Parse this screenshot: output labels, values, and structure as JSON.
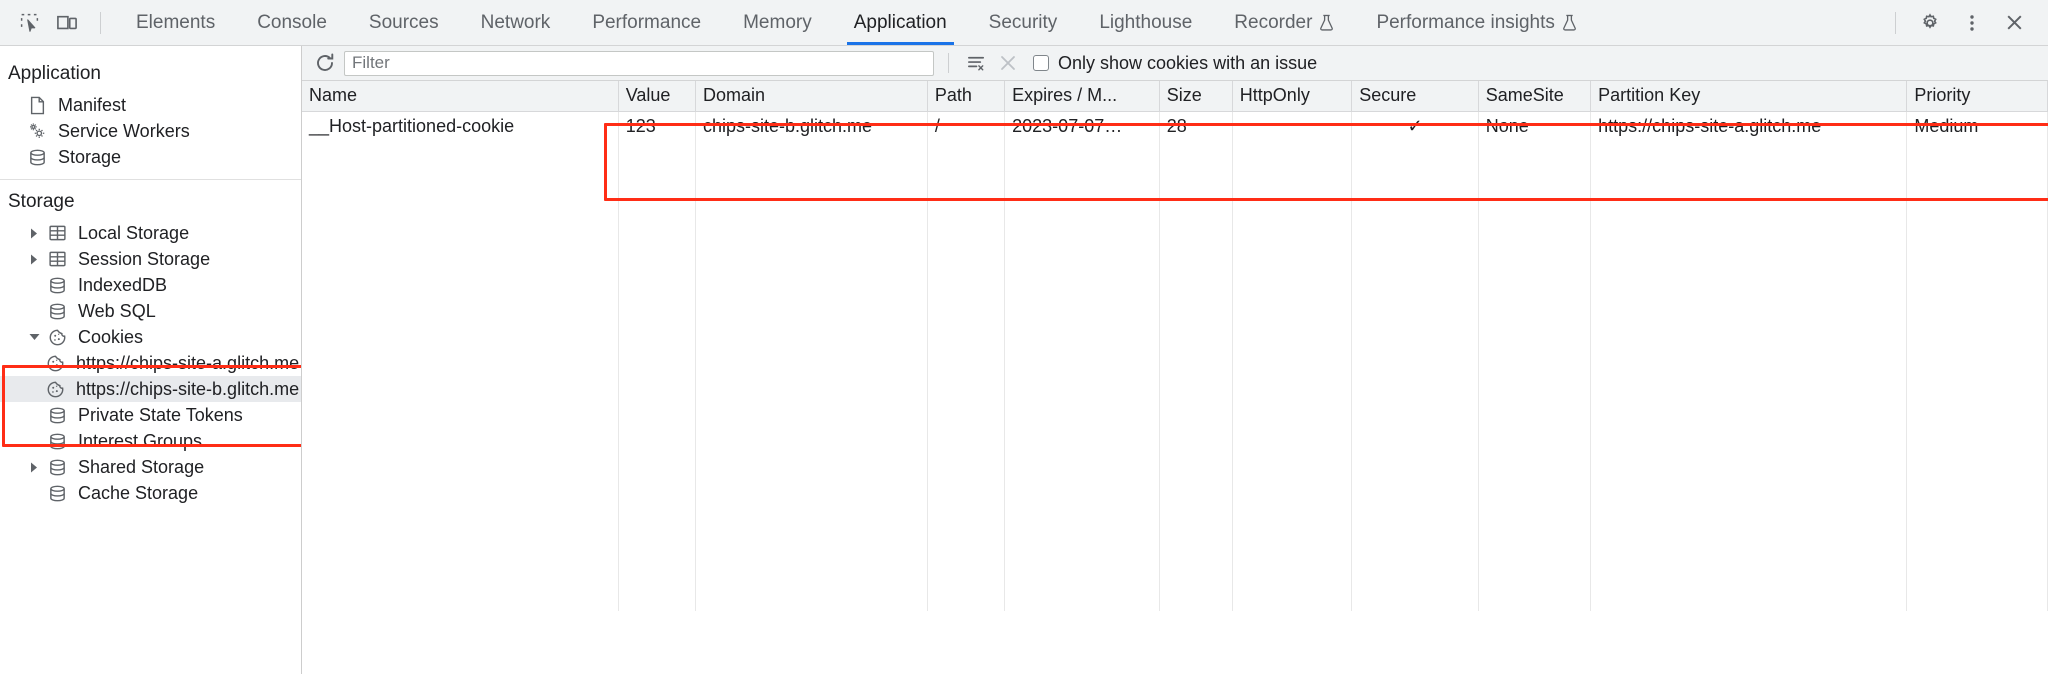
{
  "toolbar": {
    "inspect_icon": "inspect-element-icon",
    "device_icon": "device-toolbar-icon",
    "tabs": [
      {
        "label": "Elements",
        "active": false,
        "experimental": false
      },
      {
        "label": "Console",
        "active": false,
        "experimental": false
      },
      {
        "label": "Sources",
        "active": false,
        "experimental": false
      },
      {
        "label": "Network",
        "active": false,
        "experimental": false
      },
      {
        "label": "Performance",
        "active": false,
        "experimental": false
      },
      {
        "label": "Memory",
        "active": false,
        "experimental": false
      },
      {
        "label": "Application",
        "active": true,
        "experimental": false
      },
      {
        "label": "Security",
        "active": false,
        "experimental": false
      },
      {
        "label": "Lighthouse",
        "active": false,
        "experimental": false
      },
      {
        "label": "Recorder",
        "active": false,
        "experimental": true
      },
      {
        "label": "Performance insights",
        "active": false,
        "experimental": true
      }
    ],
    "settings_icon": "gear-icon",
    "more_icon": "more-vertical-icon",
    "close_icon": "close-icon",
    "active_tab_accent": "#1a73e8"
  },
  "sidebar": {
    "sections": [
      {
        "title": "Application",
        "items": [
          {
            "label": "Manifest",
            "icon": "document-icon",
            "arrow": "none",
            "selected": false,
            "indent": 1
          },
          {
            "label": "Service Workers",
            "icon": "gears-icon",
            "arrow": "none",
            "selected": false,
            "indent": 1
          },
          {
            "label": "Storage",
            "icon": "database-icon",
            "arrow": "none",
            "selected": false,
            "indent": 1
          }
        ]
      },
      {
        "title": "Storage",
        "items": [
          {
            "label": "Local Storage",
            "icon": "table-icon",
            "arrow": "collapsed",
            "selected": false,
            "indent": 1
          },
          {
            "label": "Session Storage",
            "icon": "table-icon",
            "arrow": "collapsed",
            "selected": false,
            "indent": 1
          },
          {
            "label": "IndexedDB",
            "icon": "database-icon",
            "arrow": "none",
            "selected": false,
            "indent": 1
          },
          {
            "label": "Web SQL",
            "icon": "database-icon",
            "arrow": "none",
            "selected": false,
            "indent": 1
          },
          {
            "label": "Cookies",
            "icon": "cookie-icon",
            "arrow": "expanded",
            "selected": false,
            "indent": 1
          },
          {
            "label": "https://chips-site-a.glitch.me",
            "icon": "cookie-icon",
            "arrow": "none",
            "selected": false,
            "indent": 2
          },
          {
            "label": "https://chips-site-b.glitch.me",
            "icon": "cookie-icon",
            "arrow": "none",
            "selected": true,
            "indent": 2
          },
          {
            "label": "Private State Tokens",
            "icon": "database-icon",
            "arrow": "none",
            "selected": false,
            "indent": 1
          },
          {
            "label": "Interest Groups",
            "icon": "database-icon",
            "arrow": "none",
            "selected": false,
            "indent": 1
          },
          {
            "label": "Shared Storage",
            "icon": "database-icon",
            "arrow": "collapsed",
            "selected": false,
            "indent": 1
          },
          {
            "label": "Cache Storage",
            "icon": "database-icon",
            "arrow": "none",
            "selected": false,
            "indent": 1
          }
        ]
      }
    ]
  },
  "filterbar": {
    "refresh_icon": "refresh-icon",
    "filter_placeholder": "Filter",
    "filter_value": "",
    "clear_all_icon": "clear-all-cookies-icon",
    "delete_icon": "delete-selected-cookie-icon",
    "only_issues_label": "Only show cookies with an issue",
    "only_issues_checked": false
  },
  "table": {
    "columns": [
      {
        "label": "Name",
        "align": "left"
      },
      {
        "label": "Value",
        "align": "left"
      },
      {
        "label": "Domain",
        "align": "left"
      },
      {
        "label": "Path",
        "align": "left"
      },
      {
        "label": "Expires / M...",
        "align": "left"
      },
      {
        "label": "Size",
        "align": "left"
      },
      {
        "label": "HttpOnly",
        "align": "left"
      },
      {
        "label": "Secure",
        "align": "left"
      },
      {
        "label": "SameSite",
        "align": "left"
      },
      {
        "label": "Partition Key",
        "align": "left"
      },
      {
        "label": "Priority",
        "align": "left"
      }
    ],
    "rows": [
      {
        "name": "__Host-partitioned-cookie",
        "value": "123",
        "domain": "chips-site-b.glitch.me",
        "path": "/",
        "expires": "2023-07-07…",
        "size": "28",
        "httponly": "",
        "secure": "✓",
        "samesite": "None",
        "partition_key": "https://chips-site-a.glitch.me",
        "priority": "Medium"
      }
    ]
  },
  "annotations": {
    "highlight_color": "#ff2d16",
    "sidebar_box": "cookies-tree-highlight",
    "table_box": "cookie-row-highlight"
  }
}
